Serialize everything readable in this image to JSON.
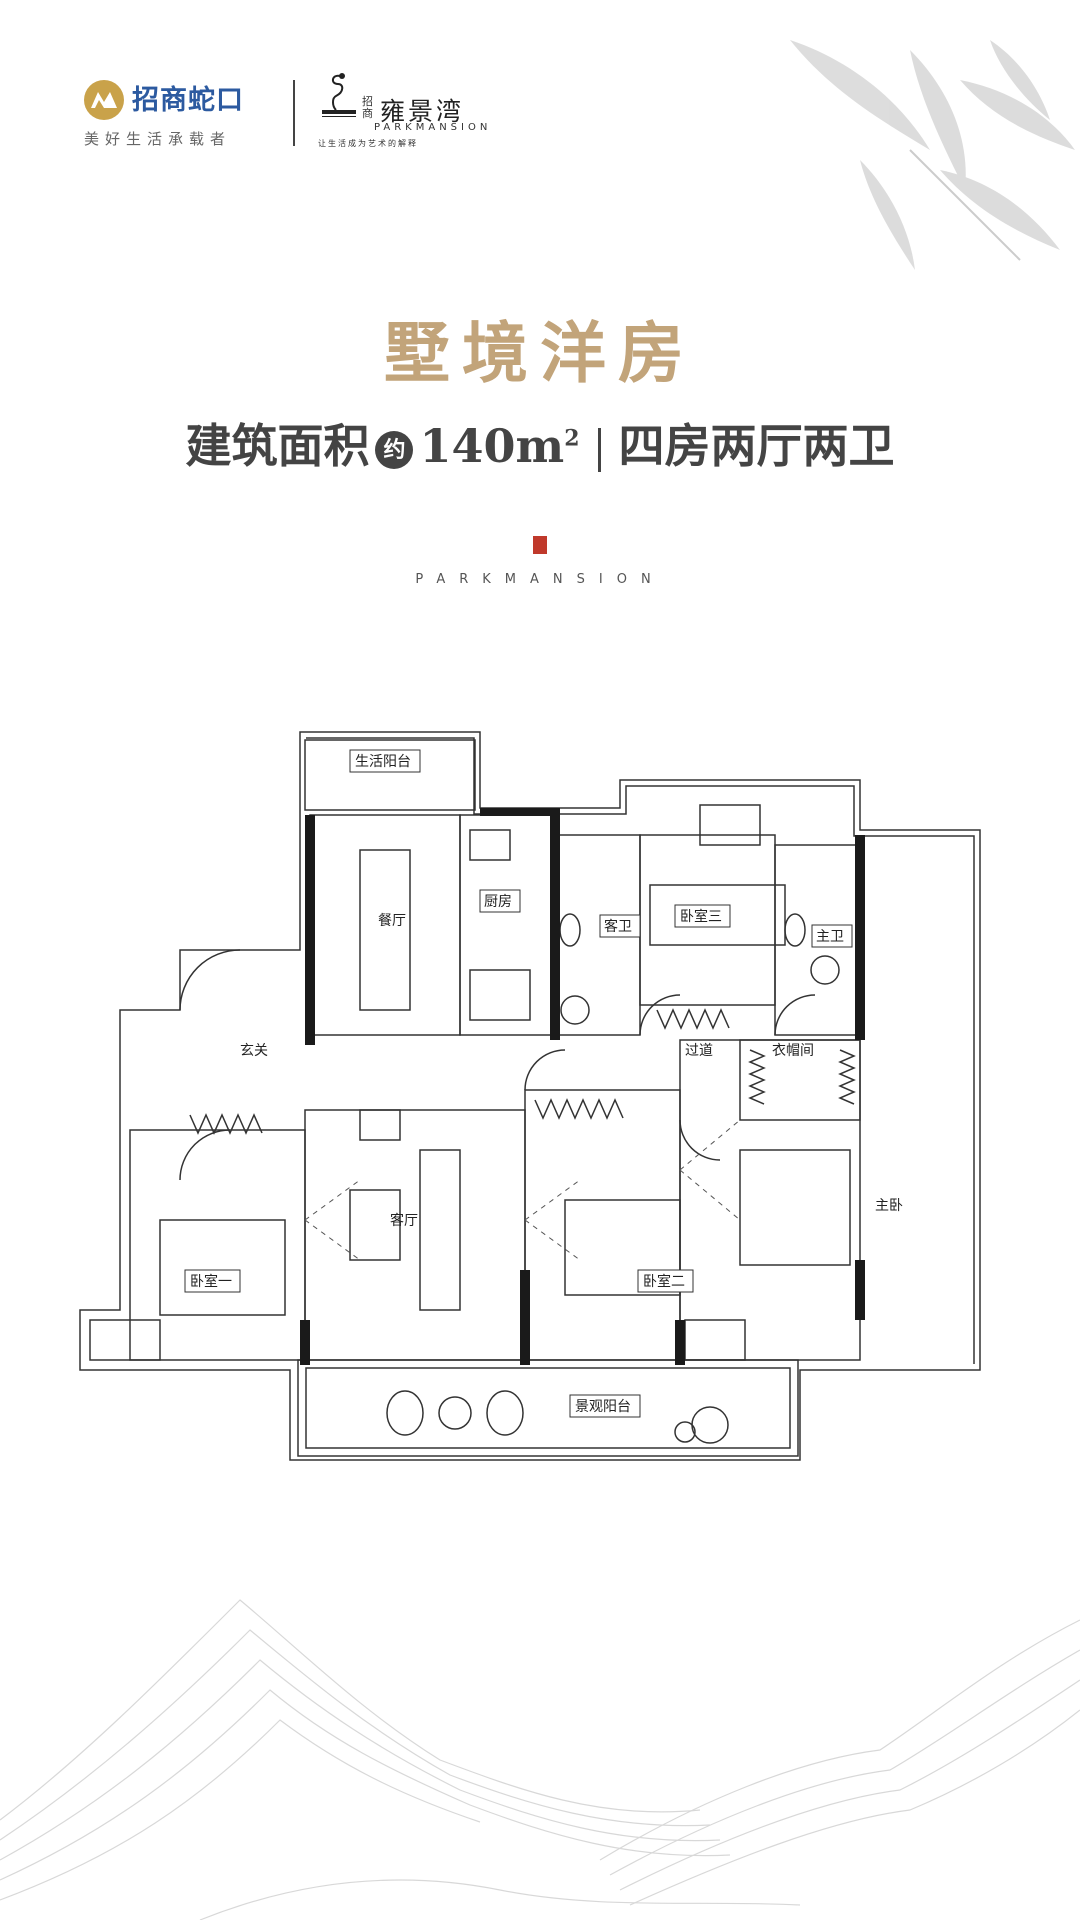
{
  "header": {
    "brand_name": "招商蛇口",
    "brand_slogan": "美好生活承载者",
    "project_prefix": "招商",
    "project_name": "雍景湾",
    "project_en": "PARKMANSION",
    "project_slogan": "让生活成为艺术的解释"
  },
  "title": {
    "main": "墅境洋房",
    "area_label": "建筑面积",
    "approx": "约",
    "area_value": "140m",
    "area_unit_sup": "2",
    "layout": "四房两厅两卫"
  },
  "en_brand": "PARKMANSION",
  "rooms": {
    "utility_balcony": "生活阳台",
    "dining": "餐厅",
    "kitchen": "厨房",
    "guest_bath": "客卫",
    "bedroom3": "卧室三",
    "master_bath": "主卫",
    "entrance": "玄关",
    "corridor": "过道",
    "walk_in_closet": "衣帽间",
    "living": "客厅",
    "bedroom1": "卧室一",
    "bedroom2": "卧室二",
    "master_bedroom": "主卧",
    "view_balcony": "景观阳台"
  },
  "colors": {
    "title_gold": "#c2a47a",
    "brand_blue": "#2c5aa0",
    "wall": "#1a1a1a"
  }
}
